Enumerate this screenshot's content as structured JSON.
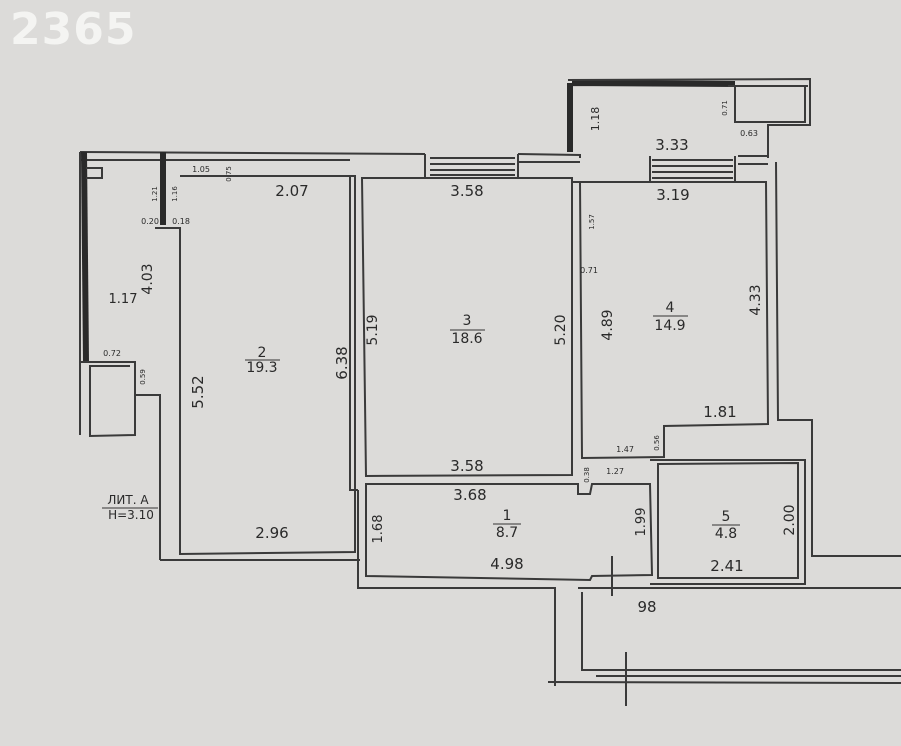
{
  "badge": "2365",
  "rooms": {
    "r1": {
      "num": "1",
      "area": "8.7"
    },
    "r2": {
      "num": "2",
      "area": "19.3"
    },
    "r3": {
      "num": "3",
      "area": "18.6"
    },
    "r4": {
      "num": "4",
      "area": "14.9"
    },
    "r5": {
      "num": "5",
      "area": "4.8"
    }
  },
  "dims": {
    "d1": "2.07",
    "d2": "3.58",
    "d3": "3.19",
    "d4": "3.33",
    "d5": "1.18",
    "d6": "0.71",
    "d7": "0.63",
    "d8": "1.05",
    "d9": "0.75",
    "d10": "1.21",
    "d11": "1.16",
    "d12": "0.20",
    "d13": "0.18",
    "d14": "4.03",
    "d15": "1.17",
    "d16": "0.72",
    "d17": "0.59",
    "d18": "5.52",
    "d19": "6.38",
    "d20": "2.96",
    "d21": "5.19",
    "d22": "5.20",
    "d23": "3.58",
    "d24": "3.68",
    "d25": "4.89",
    "d26": "4.33",
    "d27": "1.57",
    "d28": "0.71",
    "d29": "1.81",
    "d30": "1.47",
    "d31": "0.56",
    "d32": "1.27",
    "d33": "0.38",
    "d34": "1.68",
    "d35": "1.99",
    "d36": "4.98",
    "d37": "2.00",
    "d38": "2.41",
    "d39": "98"
  },
  "lit": {
    "line1": "ЛИТ. А",
    "line2": "Н=3.10"
  }
}
